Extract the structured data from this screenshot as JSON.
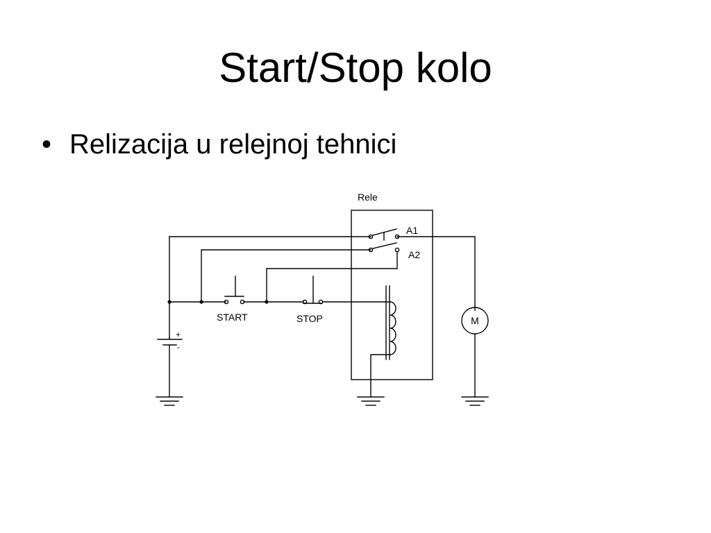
{
  "slide": {
    "title": "Start/Stop kolo",
    "bullet_symbol": "•",
    "bullet_text": "Relizacija u relejnoj tehnici"
  },
  "diagram": {
    "relay_label": "Rele",
    "contact_a1_label": "A1",
    "contact_a2_label": "A2",
    "start_button_label": "START",
    "stop_button_label": "STOP",
    "motor_label": "M",
    "battery_plus": "+",
    "battery_minus": "-"
  },
  "colors": {
    "line": "#000000",
    "background": "#ffffff"
  }
}
